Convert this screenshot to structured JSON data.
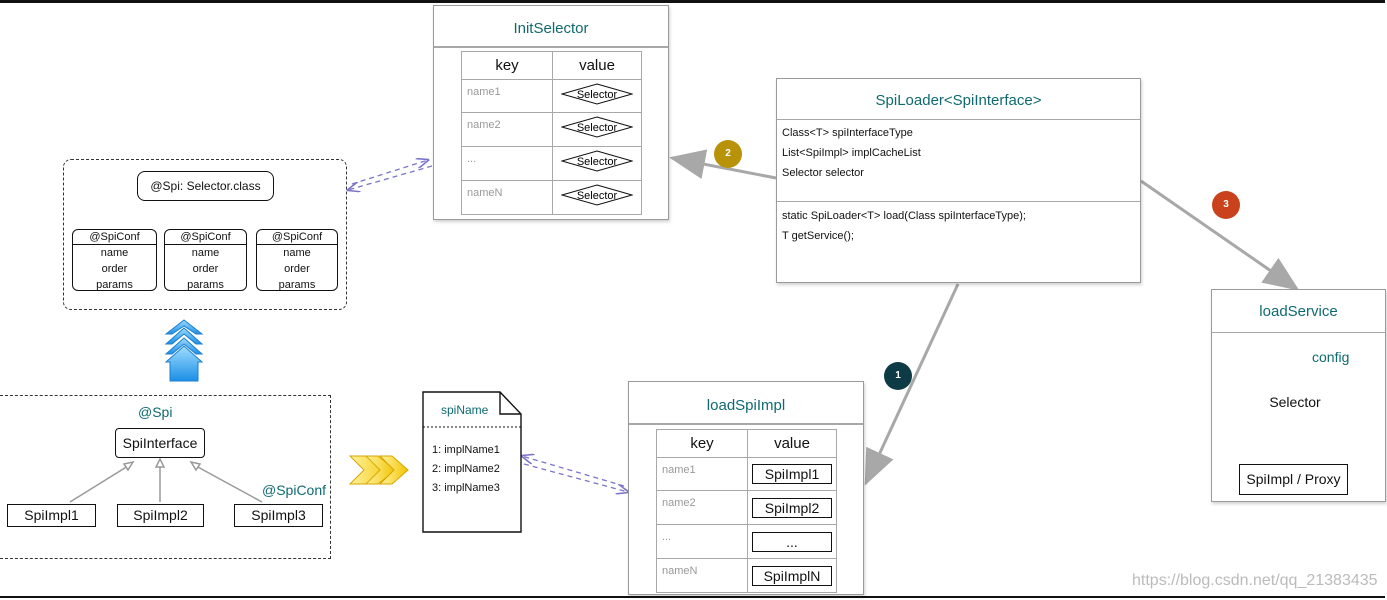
{
  "init_selector": {
    "title": "InitSelector",
    "headers": {
      "key": "key",
      "value": "value"
    },
    "rows": [
      {
        "key": "name1",
        "value": "Selector"
      },
      {
        "key": "name2",
        "value": "Selector"
      },
      {
        "key": "...",
        "value": "Selector"
      },
      {
        "key": "nameN",
        "value": "Selector"
      }
    ]
  },
  "spi_loader": {
    "title": "SpiLoader<SpiInterface>",
    "fields": [
      "Class<T> spiInterfaceType",
      "List<SpiImpl> implCacheList",
      "Selector selector"
    ],
    "methods": [
      "static SpiLoader<T> load(Class spiInterfaceType);",
      "T getService();"
    ]
  },
  "spi_annotation_panel": {
    "header": "@Spi: Selector.class",
    "confs": [
      {
        "title": "@SpiConf",
        "lines": [
          "name",
          "order",
          "params"
        ]
      },
      {
        "title": "@SpiConf",
        "lines": [
          "name",
          "order",
          "params"
        ]
      },
      {
        "title": "@SpiConf",
        "lines": [
          "name",
          "order",
          "params"
        ]
      }
    ]
  },
  "spi_hierarchy": {
    "spi_label": "@Spi",
    "interface": "SpiInterface",
    "spiconf_label": "@SpiConf",
    "impls": [
      "SpiImpl1",
      "SpiImpl2",
      "SpiImpl3"
    ]
  },
  "spi_name_doc": {
    "title": "spiName",
    "lines": [
      "1: implName1",
      "2: implName2",
      "3: implName3"
    ]
  },
  "load_spi_impl": {
    "title": "loadSpiImpl",
    "headers": {
      "key": "key",
      "value": "value"
    },
    "rows": [
      {
        "key": "name1",
        "value": "SpiImpl1"
      },
      {
        "key": "name2",
        "value": "SpiImpl2"
      },
      {
        "key": "...",
        "value": "..."
      },
      {
        "key": "nameN",
        "value": "SpiImplN"
      }
    ]
  },
  "load_service": {
    "title": "loadService",
    "config_label": "config",
    "selector": "Selector",
    "result": "SpiImpl / Proxy"
  },
  "steps": [
    {
      "label": "1",
      "color": "#0d3a45"
    },
    {
      "label": "2",
      "color": "#b8930a"
    },
    {
      "label": "3",
      "color": "#c9421b"
    }
  ],
  "watermark": "https://blog.csdn.net/qq_21383435"
}
